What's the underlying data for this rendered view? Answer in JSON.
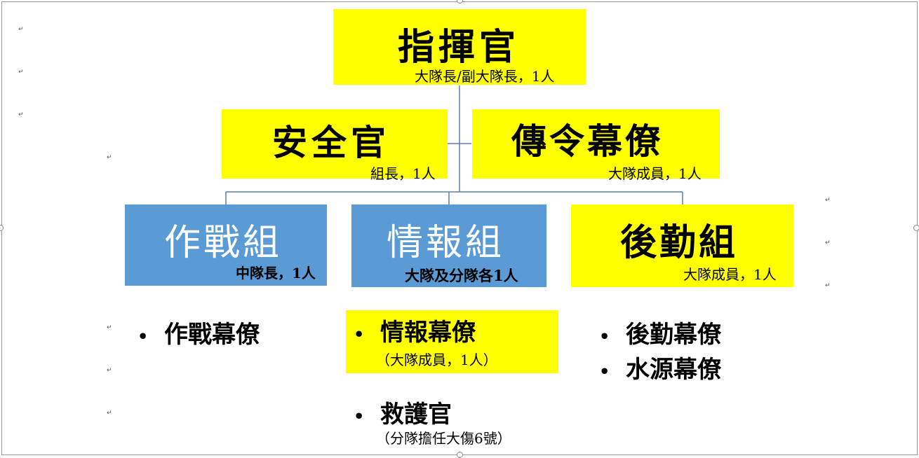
{
  "commander": {
    "title": "指揮官",
    "sub": "大隊長/副大隊長，1人"
  },
  "safety_officer": {
    "title": "安全官",
    "sub": "組長，1人"
  },
  "messenger": {
    "title": "傳令幕僚",
    "sub": "大隊成員，1人"
  },
  "operations": {
    "title": "作戰組",
    "sub": "中隊長，1人",
    "items": [
      {
        "label": "作戰幕僚"
      }
    ]
  },
  "intelligence": {
    "title": "情報組",
    "sub": "大隊及分隊各1人",
    "items": [
      {
        "label": "情報幕僚",
        "note": "（大隊成員，1人）"
      },
      {
        "label": "救護官",
        "note": "（分隊擔任大傷6號）"
      }
    ]
  },
  "logistics": {
    "title": "後勤組",
    "sub": "大隊成員，1人",
    "items": [
      {
        "label": "後勤幕僚"
      },
      {
        "label": "水源幕僚"
      }
    ]
  },
  "bullet_glyph": "•",
  "paragraph_mark": "↵",
  "colors": {
    "yellow": "#ffff00",
    "blue": "#5b9bd5",
    "connector": "#5a7fae"
  }
}
